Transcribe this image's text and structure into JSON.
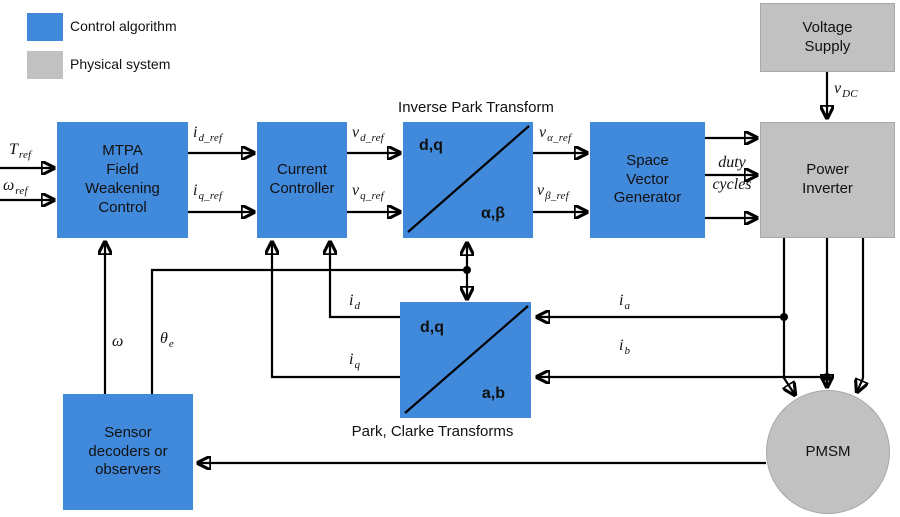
{
  "legend": {
    "items": [
      {
        "label": "Control algorithm",
        "color": "#4189DB"
      },
      {
        "label": "Physical system",
        "color": "#C1C1C1"
      }
    ]
  },
  "blocks": {
    "mtpa": {
      "label": "MTPA\nField\nWeakening\nControl"
    },
    "current_controller": {
      "label": "Current\nController"
    },
    "inverse_park": {
      "title": "Inverse Park Transform",
      "top_left": "d,q",
      "bottom_right": "α,β"
    },
    "space_vector": {
      "label": "Space\nVector\nGenerator"
    },
    "park_clarke": {
      "caption": "Park, Clarke Transforms",
      "top_left": "d,q",
      "bottom_right": "a,b"
    },
    "voltage_supply": {
      "label": "Voltage\nSupply"
    },
    "power_inverter": {
      "label": "Power\nInverter"
    },
    "sensor": {
      "label": "Sensor\ndecoders or\nobservers"
    },
    "pmsm": {
      "label": "PMSM"
    }
  },
  "signals": {
    "t_ref": {
      "base": "T",
      "sub": "ref"
    },
    "w_ref": {
      "base": "ω",
      "sub": "ref"
    },
    "id_ref": {
      "base": "i",
      "sub": "d_ref"
    },
    "iq_ref": {
      "base": "i",
      "sub": "q_ref"
    },
    "vd_ref": {
      "base": "v",
      "sub": "d_ref"
    },
    "vq_ref": {
      "base": "v",
      "sub": "q_ref"
    },
    "va_ref": {
      "base": "v",
      "sub": "α_ref"
    },
    "vb_ref": {
      "base": "v",
      "sub": "β_ref"
    },
    "duty_cycles": {
      "line1": "duty",
      "line2": "cycles"
    },
    "v_dc": {
      "base": "v",
      "sub": "DC"
    },
    "i_d": {
      "base": "i",
      "sub": "d"
    },
    "i_q": {
      "base": "i",
      "sub": "q"
    },
    "i_a": {
      "base": "i",
      "sub": "a"
    },
    "i_b": {
      "base": "i",
      "sub": "b"
    },
    "omega": {
      "base": "ω",
      "sub": ""
    },
    "theta_e": {
      "base": "θ",
      "sub": "e"
    }
  },
  "colors": {
    "control_block": "#4189DB",
    "physical_block": "#C1C1C1",
    "line": "#000000",
    "text": "#111111"
  }
}
